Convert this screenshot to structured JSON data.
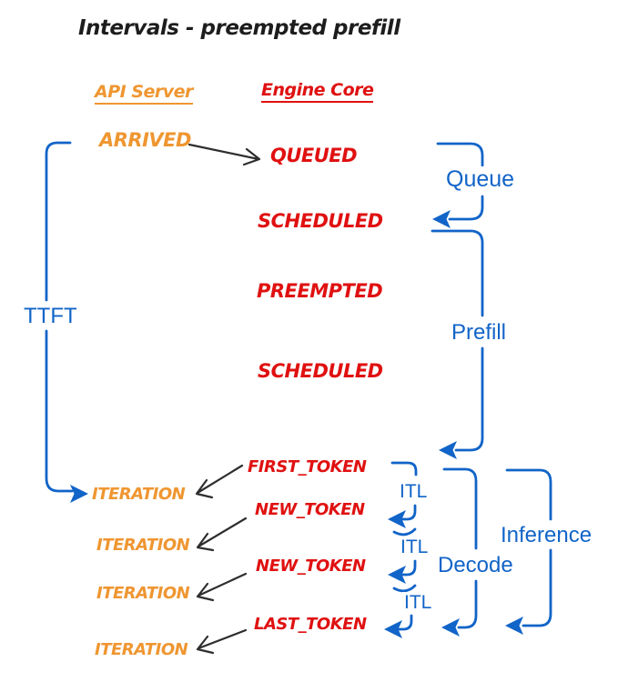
{
  "title": "Intervals - preempted prefill",
  "columns": {
    "api_server": "API Server",
    "engine_core": "Engine Core"
  },
  "api_events": {
    "arrived": "ARRIVED",
    "iterations": [
      "ITERATION",
      "ITERATION",
      "ITERATION",
      "ITERATION"
    ]
  },
  "engine_events": {
    "queued": "QUEUED",
    "scheduled1": "SCHEDULED",
    "preempted": "PREEMPTED",
    "scheduled2": "SCHEDULED",
    "first_token": "FIRST_TOKEN",
    "new_token1": "NEW_TOKEN",
    "new_token2": "NEW_TOKEN",
    "last_token": "LAST_TOKEN"
  },
  "intervals": {
    "ttft": "TTFT",
    "queue": "Queue",
    "prefill": "Prefill",
    "itl": [
      "ITL",
      "ITL",
      "ITL"
    ],
    "decode": "Decode",
    "inference": "Inference"
  },
  "colors": {
    "api_server": "#ef9631",
    "engine_core": "#e01111",
    "interval": "#1164c8",
    "ink": "#2e2e2e"
  }
}
